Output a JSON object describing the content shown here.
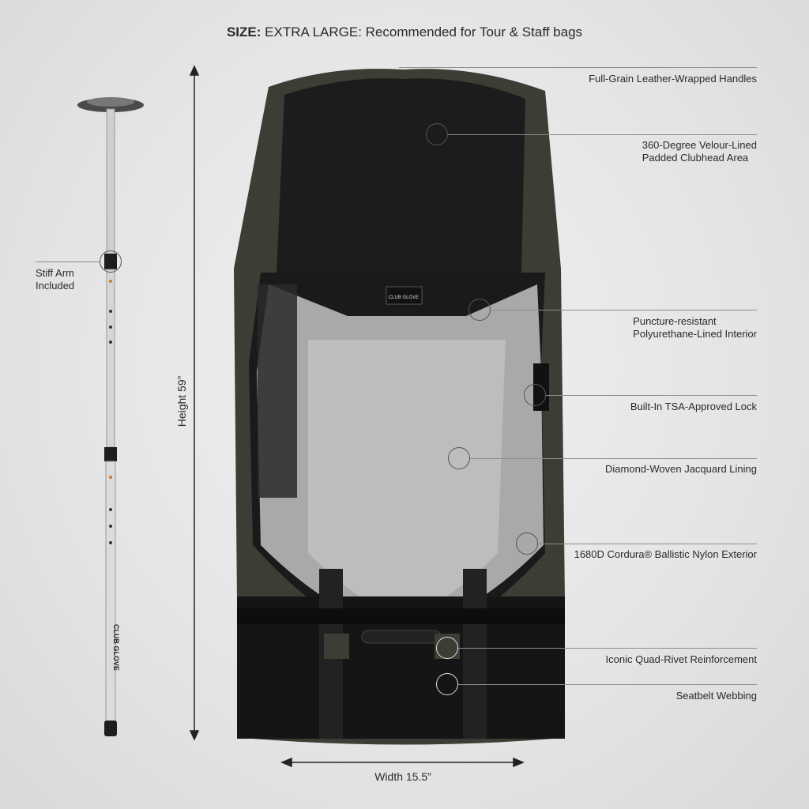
{
  "title": {
    "prefix": "SIZE:",
    "text": "EXTRA LARGE: Recommended for Tour & Staff bags"
  },
  "dimensions": {
    "height": "Height 59”",
    "width": "Width 15.5”"
  },
  "stiff_arm": {
    "line1": "Stiff Arm",
    "line2": "Included",
    "brand": "CLUB GLOVE"
  },
  "bag_logo": "CLUB GLOVE",
  "callouts": [
    {
      "line1": "Full-Grain Leather-Wrapped Handles"
    },
    {
      "line1": "360-Degree Velour-Lined",
      "line2": "Padded Clubhead Area"
    },
    {
      "line1": "Puncture-resistant",
      "line2": "Polyurethane-Lined Interior"
    },
    {
      "line1": "Built-In TSA-Approved Lock"
    },
    {
      "line1": "Diamond-Woven Jacquard Lining"
    },
    {
      "line1": "1680D Cordura® Ballistic Nylon Exterior"
    },
    {
      "line1": "Iconic Quad-Rivet Reinforcement"
    },
    {
      "line1": "Seatbelt Webbing"
    }
  ]
}
